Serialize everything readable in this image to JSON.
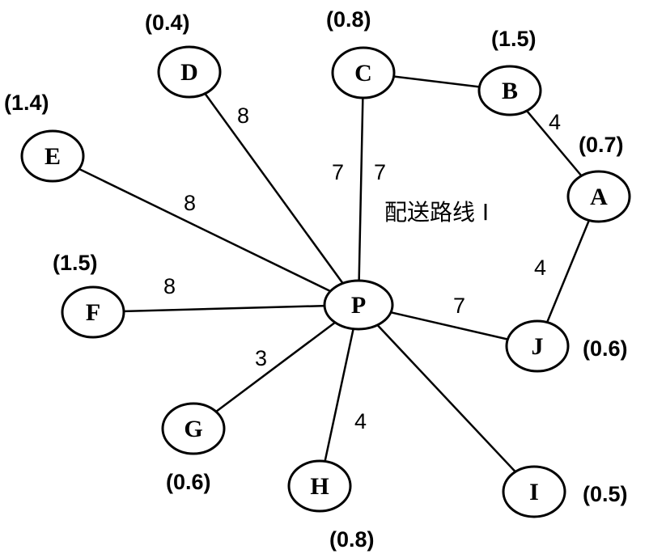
{
  "route_label": "配送路线 I",
  "nodes": [
    {
      "id": "P",
      "label": "P",
      "demand": ""
    },
    {
      "id": "A",
      "label": "A",
      "demand": "(0.7)"
    },
    {
      "id": "B",
      "label": "B",
      "demand": "(1.5)"
    },
    {
      "id": "C",
      "label": "C",
      "demand": "(0.8)"
    },
    {
      "id": "D",
      "label": "D",
      "demand": "(0.4)"
    },
    {
      "id": "E",
      "label": "E",
      "demand": "(1.4)"
    },
    {
      "id": "F",
      "label": "F",
      "demand": "(1.5)"
    },
    {
      "id": "G",
      "label": "G",
      "demand": "(0.6)"
    },
    {
      "id": "H",
      "label": "H",
      "demand": "(0.8)"
    },
    {
      "id": "I",
      "label": "I",
      "demand": "(0.5)"
    },
    {
      "id": "J",
      "label": "J",
      "demand": "(0.6)"
    }
  ],
  "edges": [
    {
      "from": "P",
      "to": "C",
      "weight": "7"
    },
    {
      "from": "P",
      "to": "D",
      "weight": "8"
    },
    {
      "from": "P",
      "to": "E",
      "weight": "8"
    },
    {
      "from": "P",
      "to": "F",
      "weight": "8"
    },
    {
      "from": "P",
      "to": "G",
      "weight": "3"
    },
    {
      "from": "P",
      "to": "H",
      "weight": "4"
    },
    {
      "from": "P",
      "to": "I",
      "weight": ""
    },
    {
      "from": "P",
      "to": "J",
      "weight": "7"
    },
    {
      "from": "C",
      "to": "B",
      "weight": ""
    },
    {
      "from": "B",
      "to": "A",
      "weight": "4"
    },
    {
      "from": "A",
      "to": "J",
      "weight": "4"
    }
  ],
  "extra_weight_labels": [
    "7"
  ],
  "colors": {
    "stroke": "#000000",
    "background": "#ffffff"
  }
}
